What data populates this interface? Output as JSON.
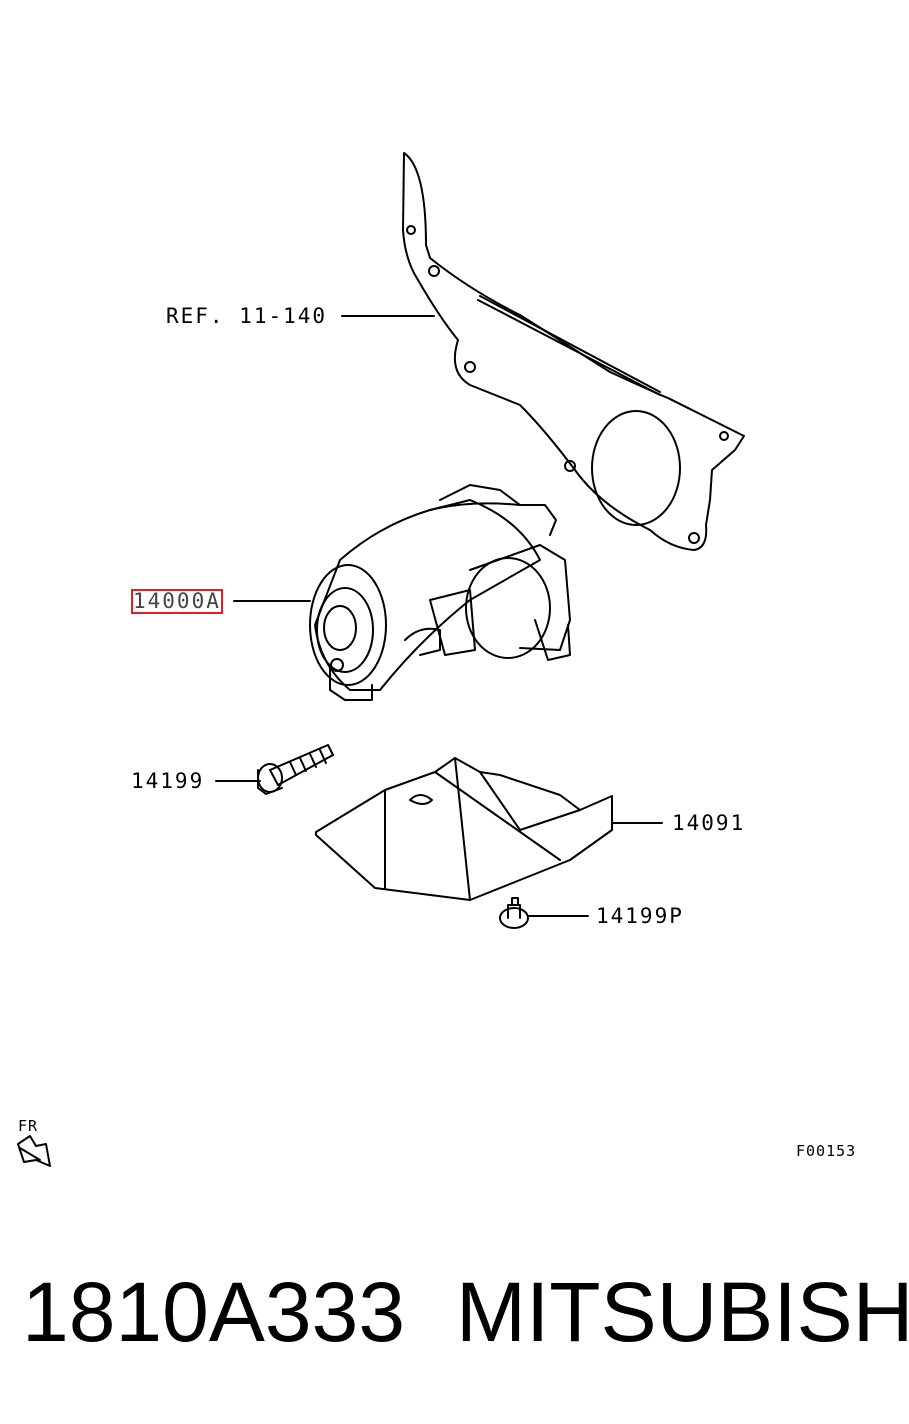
{
  "callouts": {
    "ref_label": "REF. 11-140",
    "starter": "14000A",
    "bolt": "14199",
    "cover": "14091",
    "nut": "14199P",
    "front": "FR",
    "fig_code": "F00153"
  },
  "footer": {
    "part_number": "1810A333",
    "brand": "MITSUBISHI"
  },
  "colors": {
    "line": "#000000",
    "highlight": "#e02020"
  }
}
